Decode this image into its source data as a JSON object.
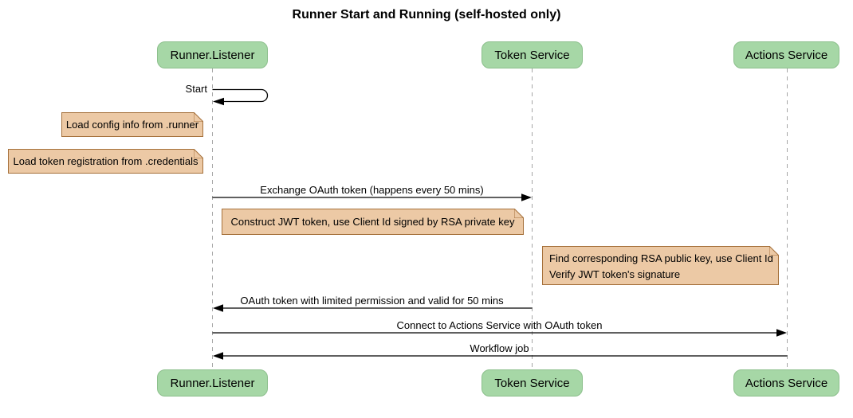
{
  "title": "Runner Start and Running (self-hosted only)",
  "diagram_type": "sequence",
  "participants": [
    {
      "name": "Runner.Listener"
    },
    {
      "name": "Token Service"
    },
    {
      "name": "Actions Service"
    }
  ],
  "self_message": {
    "label": "Start",
    "participant": "Runner.Listener"
  },
  "notes": [
    {
      "lines": [
        "Load config info from .runner"
      ],
      "anchor": "left of Runner.Listener"
    },
    {
      "lines": [
        "Load token registration from .credentials"
      ],
      "anchor": "left of Runner.Listener"
    },
    {
      "lines": [
        "Construct JWT token, use Client Id signed by RSA private key"
      ],
      "anchor": "between Runner.Listener and Token Service"
    },
    {
      "lines": [
        "Find corresponding RSA public key, use Client Id",
        "Verify JWT token's signature"
      ],
      "anchor": "left of Actions Service"
    }
  ],
  "messages": [
    {
      "label": "Exchange OAuth token (happens every 50 mins)",
      "from": "Runner.Listener",
      "to": "Token Service"
    },
    {
      "label": "OAuth token with limited permission and valid for 50 mins",
      "from": "Token Service",
      "to": "Runner.Listener"
    },
    {
      "label": "Connect to Actions Service with OAuth token",
      "from": "Runner.Listener",
      "to": "Actions Service"
    },
    {
      "label": "Workflow job",
      "from": "Actions Service",
      "to": "Runner.Listener"
    }
  ],
  "colors": {
    "background": "#ffffff",
    "participant_fill": "#a6d7a6",
    "participant_border": "#8cbf8c",
    "note_fill": "#ecc9a5",
    "note_border": "#a5703a",
    "lifeline": "#a6a6a6",
    "arrow": "#000000",
    "text": "#000000"
  }
}
